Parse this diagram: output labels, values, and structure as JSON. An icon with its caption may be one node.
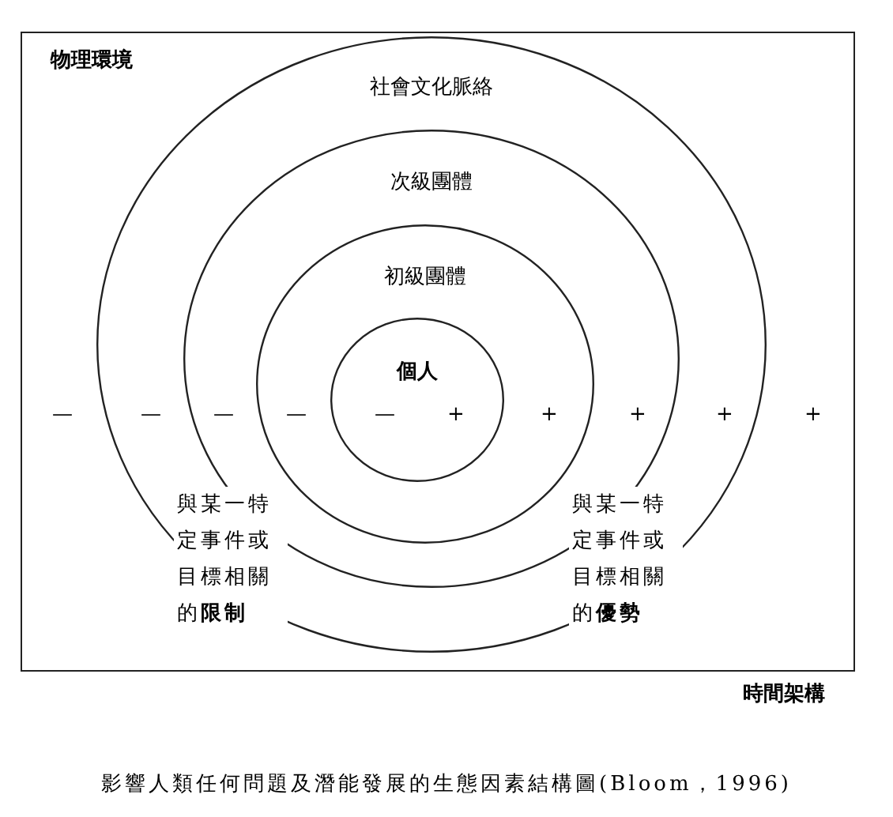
{
  "diagram": {
    "caption": "影響人類任何問題及潛能發展的生態因素結構圖(Bloom，1996)",
    "nodes": [
      {
        "text": [
          "物理環境"
        ]
      },
      {
        "text": [
          "社會文化脈絡"
        ],
        "in": 0
      },
      {
        "text": [
          "次級團體"
        ],
        "in": 1
      },
      {
        "text": [
          "初級團體"
        ],
        "in": 2
      },
      {
        "text": [
          "個人"
        ],
        "in": 3
      }
    ],
    "edges": [],
    "labels": [
      "—",
      "—",
      "—",
      "—",
      "—",
      "+",
      "+",
      "+",
      "+",
      "+",
      "與某一特定事件或目標相關的**限制**",
      "與某一特定事件或目標相關的**優勢**",
      "時間架構"
    ]
  }
}
